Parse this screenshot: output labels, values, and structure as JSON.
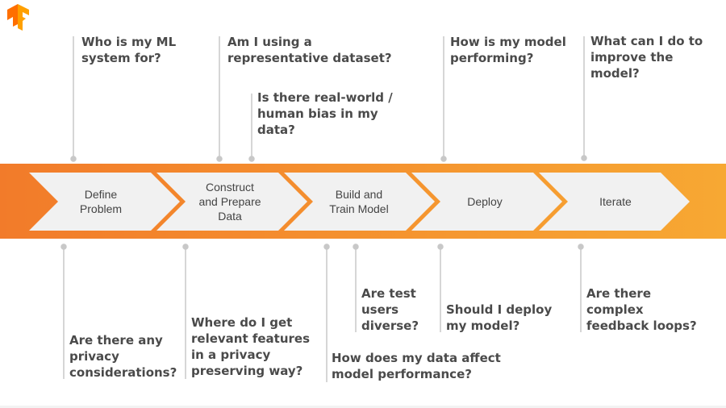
{
  "logo": {
    "name": "tensorflow-logo-icon",
    "colors": [
      "#ff6f00",
      "#ffa000"
    ]
  },
  "band": {
    "gradient_from": "#f27b2a",
    "gradient_to": "#f7a833",
    "chevron_fill": "#f1f1f1"
  },
  "stages": [
    {
      "id": "define",
      "label": "Define\nProblem"
    },
    {
      "id": "construct",
      "label": "Construct\nand Prepare\nData"
    },
    {
      "id": "build",
      "label": "Build and\nTrain Model"
    },
    {
      "id": "deploy",
      "label": "Deploy"
    },
    {
      "id": "iterate",
      "label": "Iterate"
    }
  ],
  "questions_top": [
    {
      "id": "who-for",
      "text": "Who is my ML\nsystem for?"
    },
    {
      "id": "representative",
      "text": "Am I using a\nrepresentative dataset?"
    },
    {
      "id": "bias",
      "text": "Is there real-world /\nhuman bias in my\ndata?"
    },
    {
      "id": "performing",
      "text": "How is my model\nperforming?"
    },
    {
      "id": "improve",
      "text": "What can I do to\nimprove the model?"
    }
  ],
  "questions_bottom": [
    {
      "id": "privacy",
      "text": "Are there any\nprivacy\nconsiderations?"
    },
    {
      "id": "features",
      "text": "Where do I get\nrelevant features\nin a privacy\npreserving way?"
    },
    {
      "id": "data-affect",
      "text": "How does my data affect\nmodel performance?"
    },
    {
      "id": "test-users",
      "text": "Are test\nusers\ndiverse?"
    },
    {
      "id": "should-deploy",
      "text": "Should I deploy\nmy model?"
    },
    {
      "id": "feedback",
      "text": "Are there\ncomplex\nfeedback loops?"
    }
  ],
  "colors": {
    "question_text": "#4a4a4a",
    "connector": "#c8c8c8",
    "stage_text": "#444444"
  }
}
